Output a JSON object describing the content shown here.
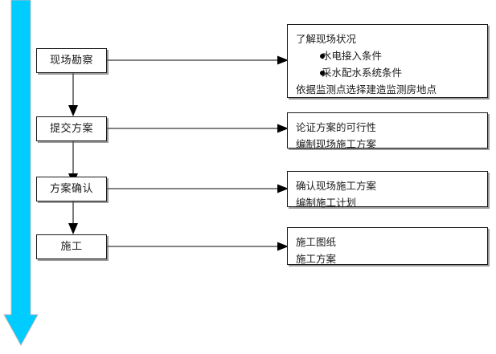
{
  "flow": {
    "accent_color": "#00ccff",
    "line_color": "#595959",
    "border_color": "#1a1a1a",
    "shadow_color": "#9b9b9b",
    "big_arrow_name": "process-direction-arrow",
    "steps": [
      {
        "id": "site-survey",
        "label": "现场勘察",
        "detail_lines": [
          {
            "text": "了解现场状况",
            "bullet": false
          },
          {
            "text": "水电接入条件",
            "bullet": true
          },
          {
            "text": "采水配水系统条件",
            "bullet": true
          },
          {
            "text": "依据监测点选择建造监测房地点",
            "bullet": false
          }
        ]
      },
      {
        "id": "submit-plan",
        "label": "提交方案",
        "detail_lines": [
          {
            "text": "论证方案的可行性",
            "bullet": false
          },
          {
            "text": "编制现场施工方案",
            "bullet": false
          }
        ]
      },
      {
        "id": "confirm-plan",
        "label": "方案确认",
        "detail_lines": [
          {
            "text": "确认现场施工方案",
            "bullet": false
          },
          {
            "text": "编制施工计划",
            "bullet": false
          }
        ]
      },
      {
        "id": "construction",
        "label": "施工",
        "detail_lines": [
          {
            "text": "施工图纸",
            "bullet": false
          },
          {
            "text": "施工方案",
            "bullet": false
          }
        ]
      }
    ]
  }
}
